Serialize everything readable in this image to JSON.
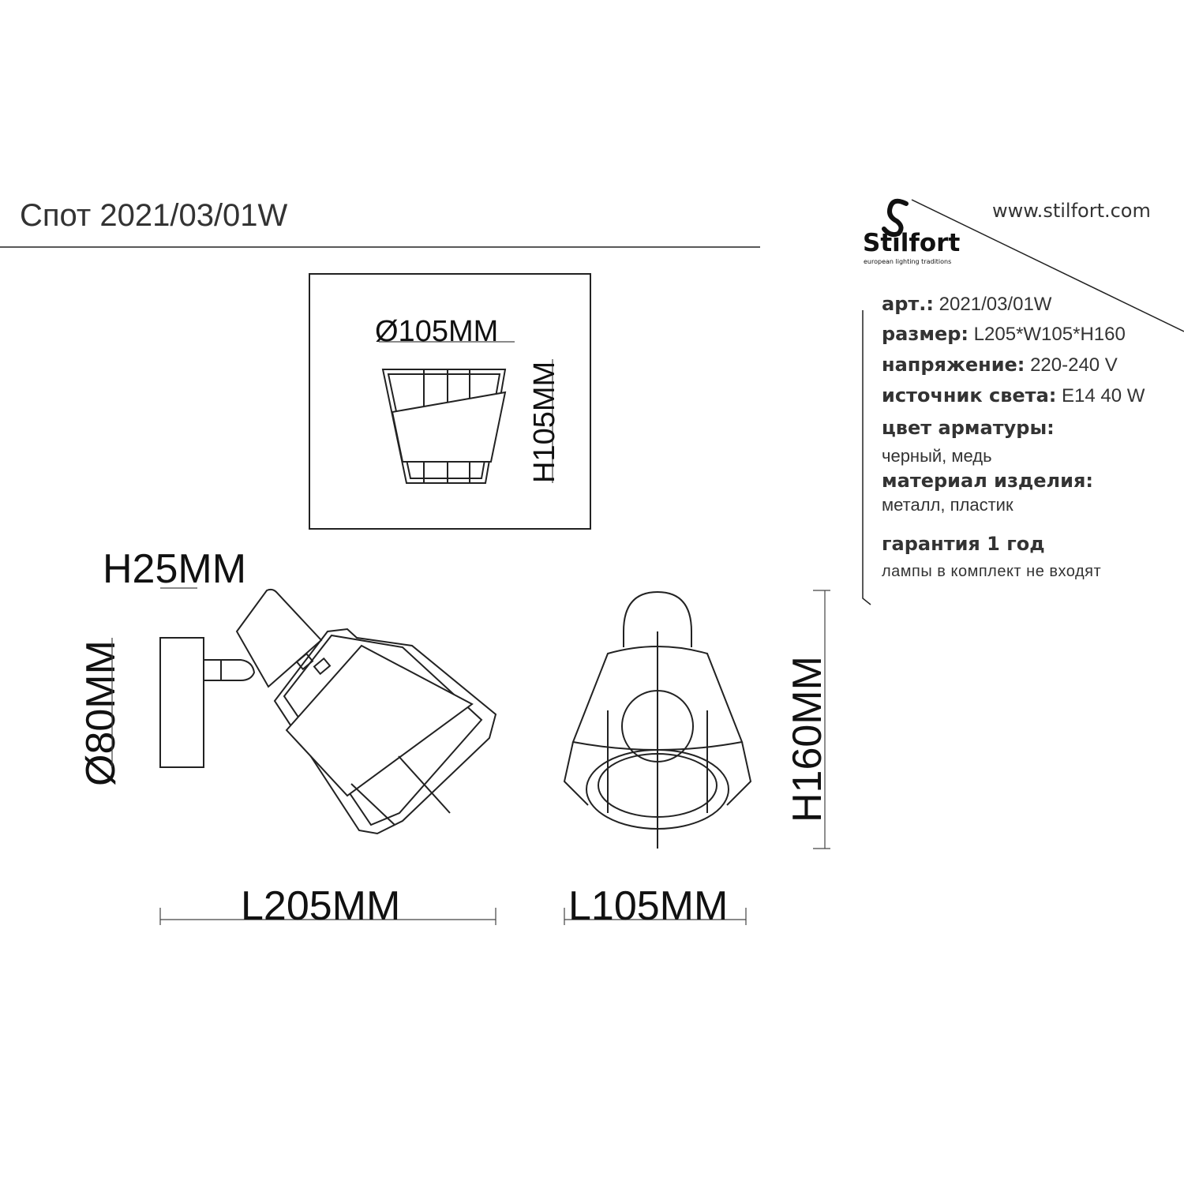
{
  "title": "Спот 2021/03/01W",
  "brand": {
    "name": "Stilfort",
    "tagline": "european lighting traditions",
    "url": "www.stilfort.com"
  },
  "specs": [
    {
      "label": "арт.:",
      "value": "2021/03/01W"
    },
    {
      "label": "размер:",
      "value": "L205*W105*H160"
    },
    {
      "label": "напряжение:",
      "value": "220-240 V"
    },
    {
      "label": "источник света:",
      "value": "E14 40 W"
    },
    {
      "label": "цвет арматуры:",
      "value": "черный, медь"
    },
    {
      "label": "материал изделия:",
      "value": "металл, пластик"
    },
    {
      "label": "гарантия 1 год",
      "value": "лампы в  комплект не входят"
    }
  ],
  "dimensions": {
    "shade_diameter": "Ø105MM",
    "shade_height": "H105MM",
    "base_height": "H25MM",
    "base_diameter": "Ø80MM",
    "side_length": "L205MM",
    "front_width": "L105MM",
    "front_height": "H160MM"
  }
}
